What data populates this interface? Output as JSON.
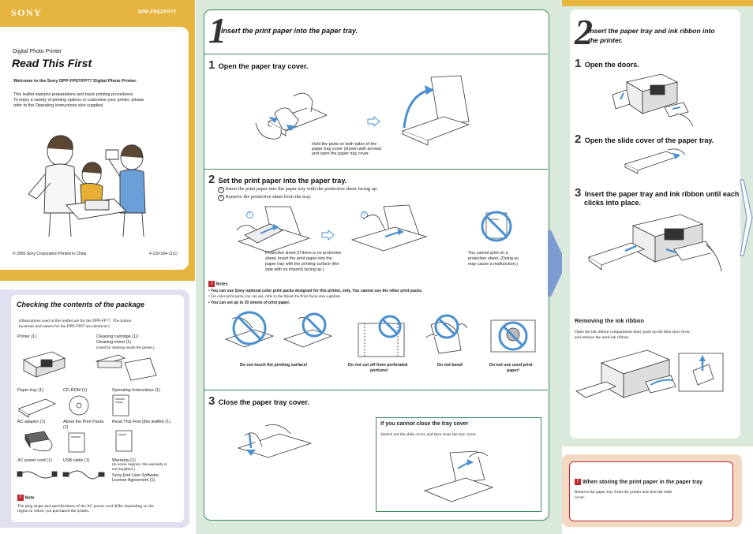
{
  "header": {
    "brand": "SONY",
    "model": "DPP-FP67/FP77"
  },
  "cover": {
    "category": "Digital Photo Printer",
    "title": "Read This First",
    "welcome": "Welcome to the Sony DPP-FP67/FP77 Digital Photo Printer.",
    "intro_1": "This leaflet explains preparations and basic printing procedures.",
    "intro_2": "To enjoy a variety of printing options or customize your printer, please",
    "intro_3": "refer to the Operating Instructions also supplied.",
    "copyright": "© 2009  Sony Corporation    Printed in China",
    "part_number": "4-129-164-11(1)"
  },
  "package": {
    "title": "Checking the contents of the package",
    "note_1": "(Illustrations used in this leaflet are for the DPP-FP77. The button",
    "note_2": "locations and names for the DPP-FP67 are identical.)",
    "items": [
      {
        "label": "Printer (1)"
      },
      {
        "label": "Cleaning cartridge (1)/"
      },
      {
        "label": "Cleaning sheet (1)"
      },
      {
        "label": "(Used for cleaning inside the printer.)"
      },
      {
        "label": "Paper tray (1)"
      },
      {
        "label": "CD-ROM (1)"
      },
      {
        "label": "Operating Instructions (1)"
      },
      {
        "label": "AC adaptor (1)"
      },
      {
        "label": "About the Print Packs"
      },
      {
        "label": "(1)"
      },
      {
        "label": "Read This First (this leaflet) (1)"
      },
      {
        "label": "AC power cord (1)"
      },
      {
        "label": "USB cable (1)"
      },
      {
        "label": "Warranty (1)"
      },
      {
        "label": "(In some regions, the warranty is"
      },
      {
        "label": "not supplied.)"
      },
      {
        "label": "Sony End User Software"
      },
      {
        "label": "License Agreement (1)"
      }
    ],
    "note_title": "Note",
    "note_text_1": "The plug shape and specifications of the AC power cord differ depending on the",
    "note_text_2": "region in which you purchased the printer."
  },
  "section1": {
    "number": "1",
    "title": "Insert the print paper into the paper tray.",
    "step1_num": "1",
    "step1_title": "Open the paper tray cover.",
    "step1_caption_1": "Hold the parts on both sides of the",
    "step1_caption_2": "paper tray cover (shown with arrows)",
    "step1_caption_3": "and open the paper tray cover.",
    "step2_num": "2",
    "step2_title": "Set the print paper into the paper tray.",
    "step2_sub_a_num": "1",
    "step2_sub_a": "Insert the print paper into the paper tray with the protective sheet facing up.",
    "step2_sub_b_num": "2",
    "step2_sub_b": "Remove the protective sheet from the tray.",
    "circled_1": "1",
    "circled_2": "2",
    "step2_caption_1": "Protective sheet (If there is no protective",
    "step2_caption_2": "sheet, insert the print paper into the",
    "step2_caption_3": "paper tray with the printing surface (the",
    "step2_caption_4": "side with no imprint) facing up.)",
    "step2_caption_r1": "You cannot print on a",
    "step2_caption_r2": "protective sheet.  (Doing so",
    "step2_caption_r3": "may cause a malfunction.)",
    "notes_title": "Notes",
    "note_1": "• You can use Sony optional color print packs designed for this printer, only. You cannot use the other print packs.",
    "note_2": "• For color print packs you can use, refer to the About the Print Packs also supplied.",
    "note_3": "• You can set up to 20 sheets of print paper.",
    "dont_1": "Do not touch the printing surface!",
    "dont_2a": "Do not cut off from perforated",
    "dont_2b": "portions!",
    "dont_3": "Do not bend!",
    "dont_4a": "Do not use used print",
    "dont_4b": "paper!",
    "step3_num": "3",
    "step3_title": "Close the paper tray cover.",
    "cannot_close_title": "If you cannot close the tray cover",
    "cannot_close_text": "Stretch out the slide cover, and then close the tray cover."
  },
  "section2": {
    "number": "2",
    "title_1": "Insert the paper tray and ink ribbon into",
    "title_2": "the printer.",
    "step1_num": "1",
    "step1_title": "Open the doors.",
    "step2_num": "2",
    "step2_title": "Open the slide cover of the paper tray.",
    "step3_num": "3",
    "step3_title_1": "Insert the paper tray and ink ribbon until each",
    "step3_title_2": "clicks into place.",
    "removing_title": "Removing the ink ribbon",
    "removing_text_1": "Open the ink ribbon compartment door, push up the blue eject lever,",
    "removing_text_2": "and remove the used ink ribbon."
  },
  "storing": {
    "title": "When storing the print paper in the paper tray",
    "text_1": "Remove the paper tray from the printer and shut the slide",
    "text_2": "cover."
  },
  "colors": {
    "gold": "#e6b53f",
    "lilac": "#dfe0f0",
    "mint": "#dbe9dd",
    "peach": "#f4d9c2",
    "blue_arrow": "#7e9bd0",
    "accent_blue": "#4a8fd0",
    "warning_red": "#c0272d"
  }
}
